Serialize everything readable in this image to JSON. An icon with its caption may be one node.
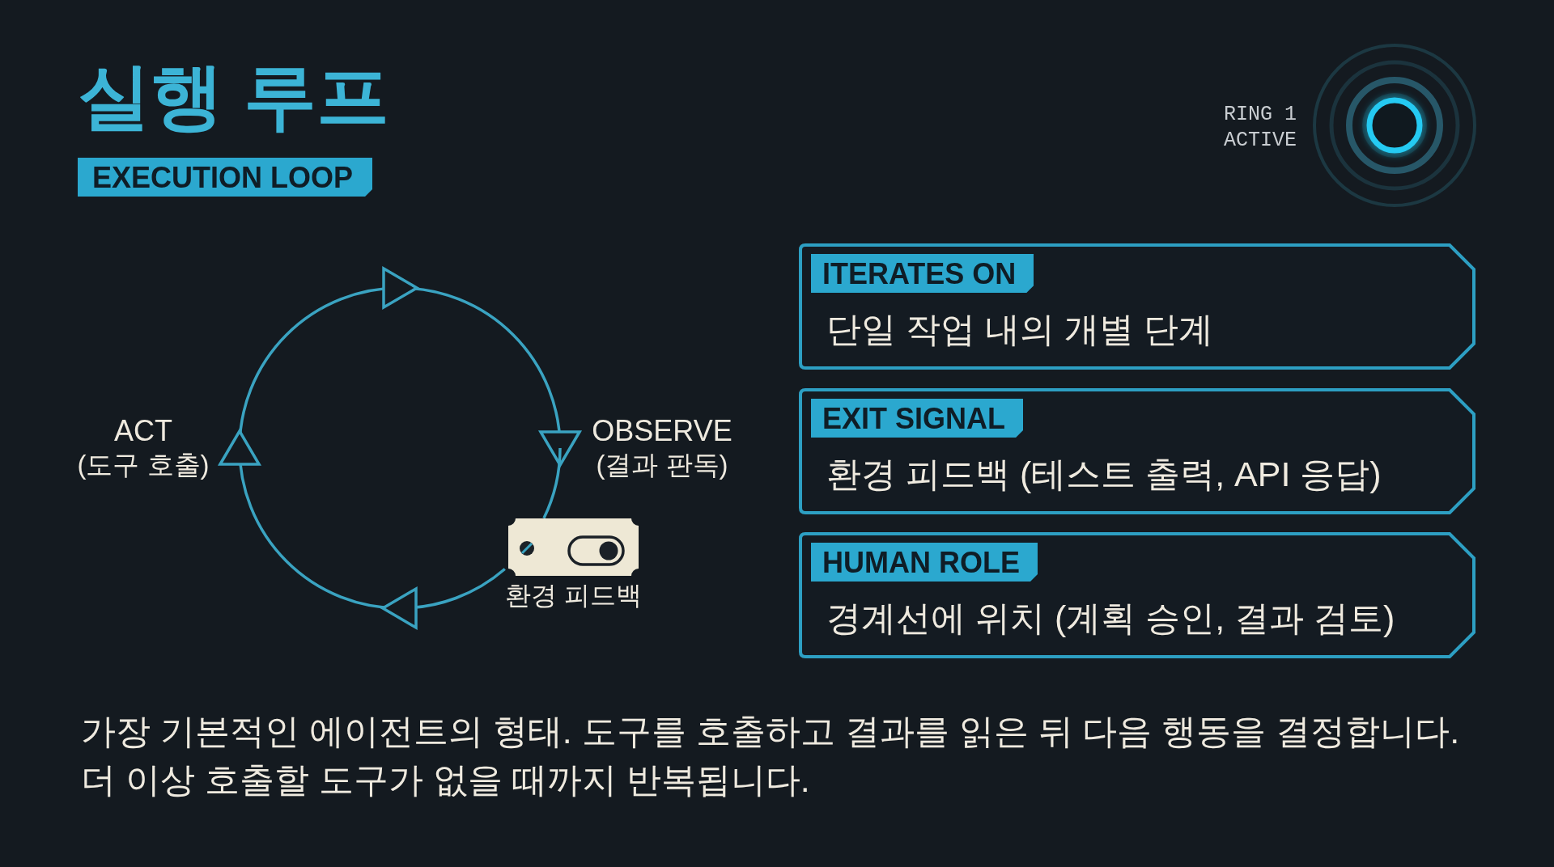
{
  "diagram": {
    "title": "실행 루프",
    "nodes": [
      {
        "text": [
          "ACT",
          "(도구 호출)"
        ]
      },
      {
        "text": [
          "OBSERVE",
          "(결과 판독)"
        ]
      },
      {
        "text": [
          "환경 피드백"
        ]
      },
      {
        "text": [
          "ITERATES ON",
          "단일 작업 내의 개별 단계"
        ]
      },
      {
        "text": [
          "EXIT SIGNAL",
          "환경 피드백 (테스트 출력, API 응답)"
        ]
      },
      {
        "text": [
          "HUMAN ROLE",
          "경계선에 위치 (계획 승인, 결과 검토)"
        ]
      }
    ],
    "edges": [
      {
        "from": 0,
        "to": 1,
        "arrow": "to"
      },
      {
        "from": 1,
        "to": 2,
        "arrow": "none"
      },
      {
        "from": 2,
        "to": 0,
        "arrow": "to"
      }
    ],
    "labels": [
      "EXECUTION LOOP",
      "RING 1 ACTIVE"
    ],
    "caption": "가장 기본적인 에이전트의 형태. 도구를 호출하고 결과를 읽은 뒤 다음 행동을 결정합니다. 더 이상 호출할 도구가 없을 때까지 반복됩니다."
  }
}
